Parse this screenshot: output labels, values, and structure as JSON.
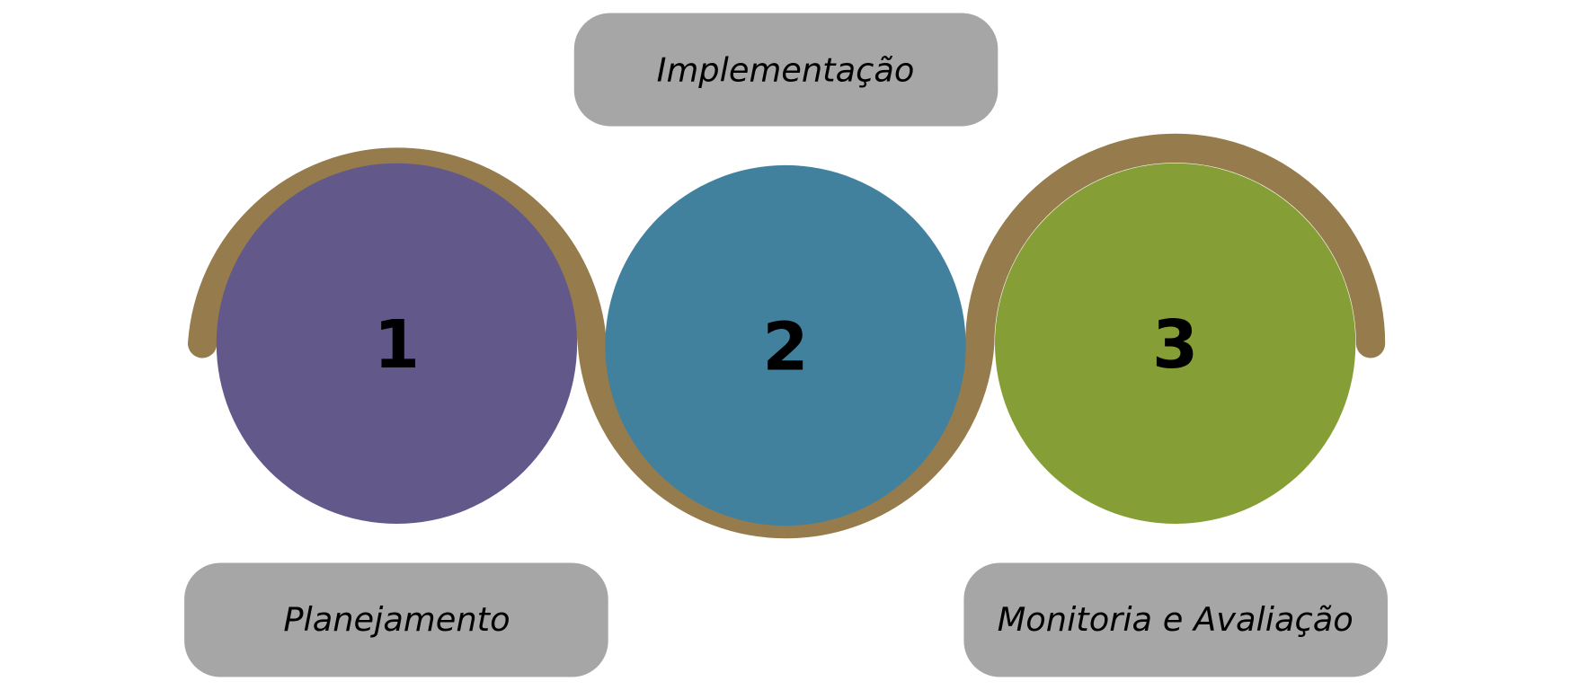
{
  "steps": [
    {
      "number": "1",
      "label": "Planejamento",
      "color": "#62598a"
    },
    {
      "number": "2",
      "label": "Implementação",
      "color": "#42819e"
    },
    {
      "number": "3",
      "label": "Monitoria e Avaliação",
      "color": "#859e35"
    }
  ],
  "colors": {
    "connector": "#967b4c",
    "label_box": "#a6a6a6"
  }
}
